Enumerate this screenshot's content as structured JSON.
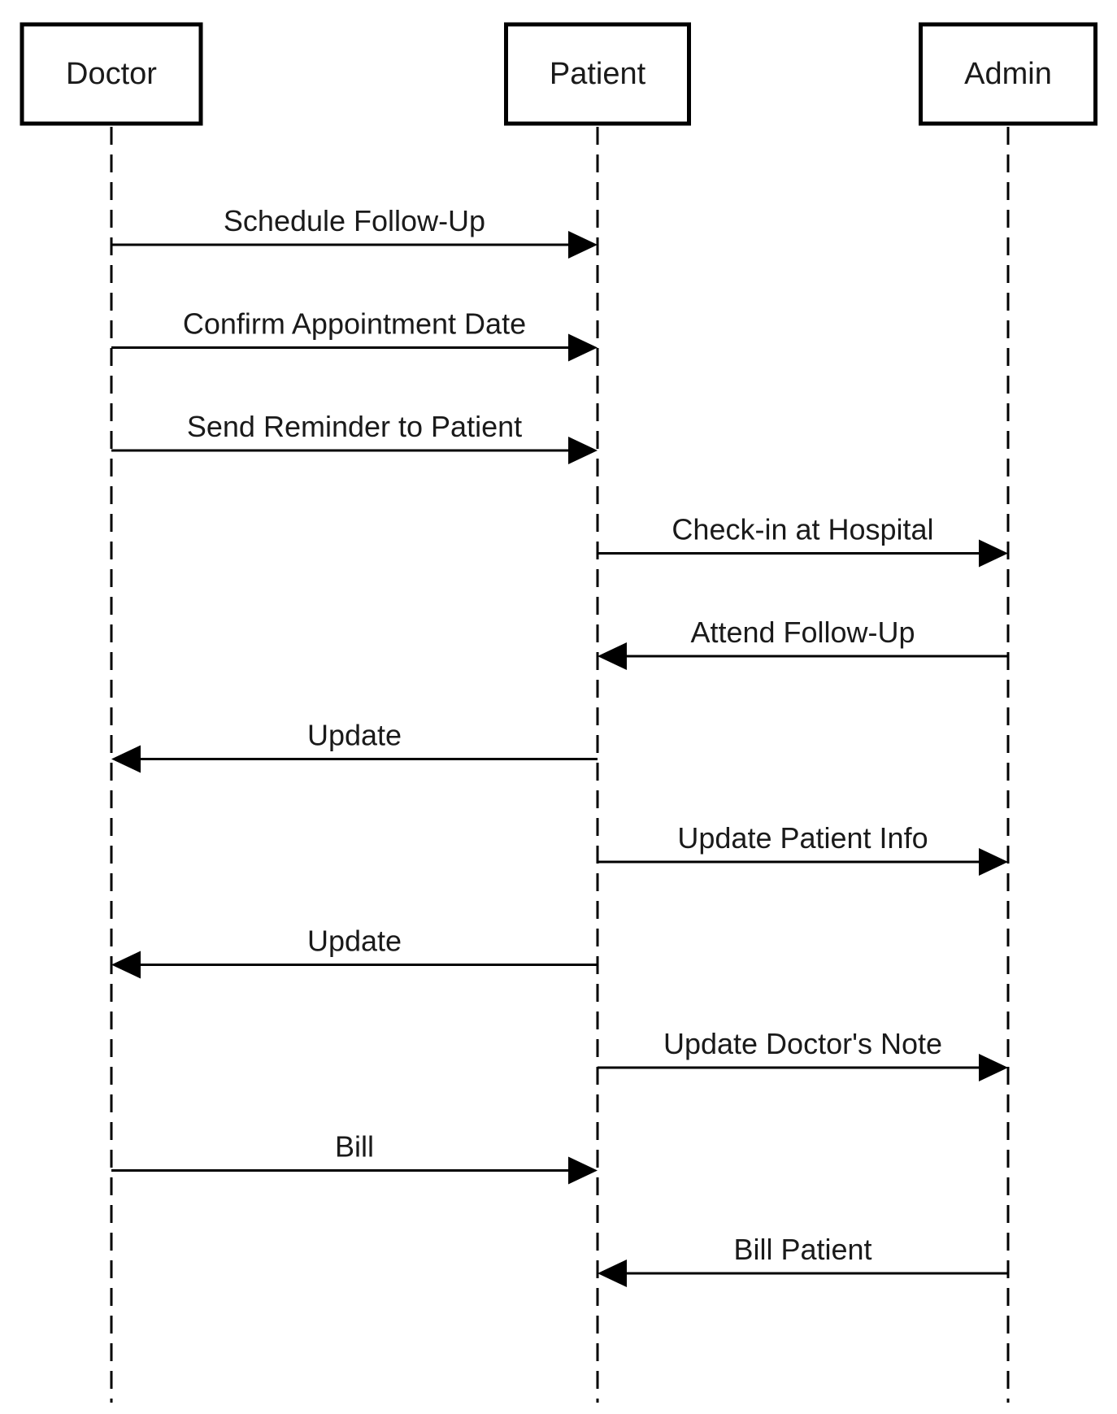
{
  "diagram": {
    "type": "sequence",
    "participants": [
      {
        "id": "doctor",
        "label": "Doctor"
      },
      {
        "id": "patient",
        "label": "Patient"
      },
      {
        "id": "admin",
        "label": "Admin"
      }
    ],
    "messages": [
      {
        "from": "doctor",
        "to": "patient",
        "label": "Schedule Follow-Up"
      },
      {
        "from": "doctor",
        "to": "patient",
        "label": "Confirm Appointment Date"
      },
      {
        "from": "doctor",
        "to": "patient",
        "label": "Send Reminder to Patient"
      },
      {
        "from": "patient",
        "to": "admin",
        "label": "Check-in at Hospital"
      },
      {
        "from": "admin",
        "to": "patient",
        "label": "Attend Follow-Up"
      },
      {
        "from": "patient",
        "to": "doctor",
        "label": "Update"
      },
      {
        "from": "patient",
        "to": "admin",
        "label": "Update Patient Info"
      },
      {
        "from": "patient",
        "to": "doctor",
        "label": "Update"
      },
      {
        "from": "patient",
        "to": "admin",
        "label": "Update Doctor's Note"
      },
      {
        "from": "doctor",
        "to": "patient",
        "label": "Bill"
      },
      {
        "from": "admin",
        "to": "patient",
        "label": "Bill Patient"
      }
    ]
  }
}
